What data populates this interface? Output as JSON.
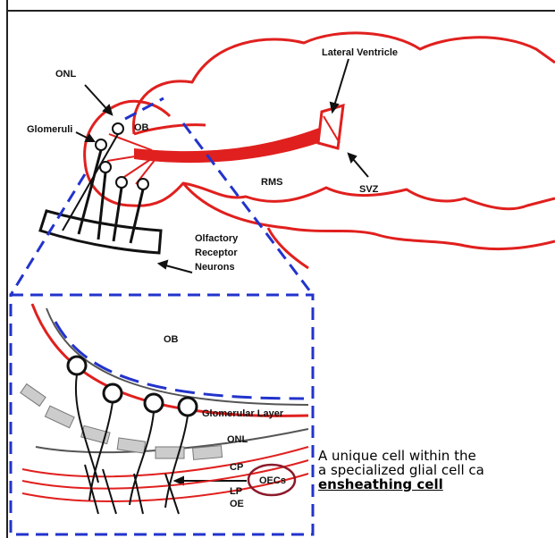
{
  "labels": {
    "onl_top": "ONL",
    "ob_top": "OB",
    "glomeruli": "Glomeruli",
    "lateral_ventricle": "Lateral Ventricle",
    "rms": "RMS",
    "svz": "SVZ",
    "orn_line1": "Olfactory",
    "orn_line2": "Receptor",
    "orn_line3": "Neurons",
    "ob_inset": "OB",
    "glomerular_layer": "Glomerular Layer",
    "onl_inset": "ONL",
    "cp": "CP",
    "oecs": "OECs",
    "lp": "LP",
    "oe": "OE"
  },
  "caption": {
    "line1": "A unique cell within the",
    "line2": "a specialized glial cell ca",
    "term": "ensheathing cell"
  },
  "colors": {
    "brain_outline": "#e0201e",
    "inset_border": "#2233cc",
    "highlight_circle": "#8b1a2a"
  }
}
